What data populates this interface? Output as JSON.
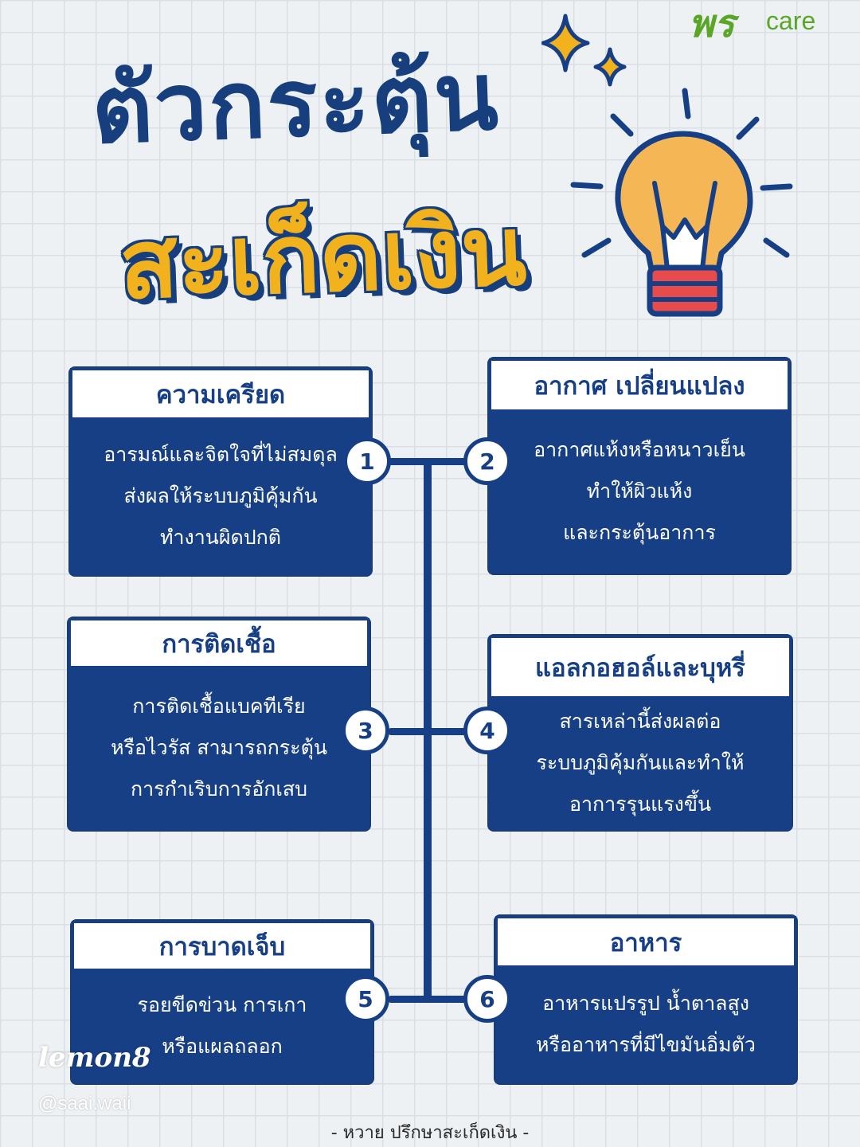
{
  "brand": {
    "mark": "พร",
    "text": "care"
  },
  "title": {
    "line1": "ตัวกระตุ้น",
    "line2": "สะเก็ดเงิน"
  },
  "colors": {
    "navy": "#163f85",
    "yellow": "#f2b21d",
    "brand_green": "#5aa627",
    "bulb_orange": "#f5b755",
    "bulb_red": "#e84b4b"
  },
  "icons": [
    "sparkle-icon",
    "light-bulb-icon"
  ],
  "triggers": [
    {
      "number": "1",
      "title": "ความเครียด",
      "lines": [
        "อารมณ์และจิตใจที่ไม่สมดุล",
        "ส่งผลให้ระบบภูมิคุ้มกัน",
        "ทำงานผิดปกติ"
      ]
    },
    {
      "number": "2",
      "title": "อากาศ เปลี่ยนแปลง",
      "lines": [
        "อากาศแห้งหรือหนาวเย็น",
        "ทำให้ผิวแห้ง",
        "และกระตุ้นอาการ"
      ]
    },
    {
      "number": "3",
      "title": "การติดเชื้อ",
      "lines": [
        "การติดเชื้อแบคทีเรีย",
        "หรือไวรัส สามารถกระตุ้น",
        "การกำเริบการอักเสบ"
      ]
    },
    {
      "number": "4",
      "title": "แอลกอฮอล์และบุหรี่",
      "lines": [
        "สารเหล่านี้ส่งผลต่อ",
        "ระบบภูมิคุ้มกันและทำให้",
        "อาการรุนแรงขึ้น"
      ]
    },
    {
      "number": "5",
      "title": "การบาดเจ็บ",
      "lines": [
        "รอยขีดข่วน การเกา",
        "หรือแผลถลอก"
      ]
    },
    {
      "number": "6",
      "title": "อาหาร",
      "lines": [
        "อาหารแปรรูป น้ำตาลสูง",
        "หรืออาหารที่มีไขมันอิ่มตัว"
      ]
    }
  ],
  "watermark": {
    "logo": "lemon8",
    "handle": "@saai.waii"
  },
  "footer": "- หวาย ปรึกษาสะเก็ดเงิน -"
}
